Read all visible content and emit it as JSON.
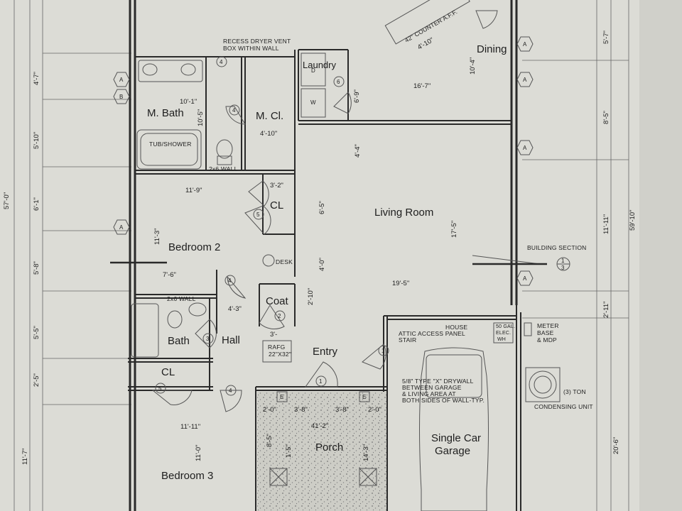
{
  "rooms": {
    "dining": "Dining",
    "laundry": "Laundry",
    "m_bath": "M. Bath",
    "m_cl": "M. Cl.",
    "living_room": "Living Room",
    "cl_upper": "CL",
    "bedroom_2": "Bedroom 2",
    "coat": "Coat",
    "bath": "Bath",
    "hall": "Hall",
    "entry": "Entry",
    "cl_lower": "CL",
    "porch": "Porch",
    "single_car_garage_l1": "Single Car",
    "single_car_garage_l2": "Garage",
    "bedroom_3": "Bedroom 3"
  },
  "notes": {
    "recess_dryer_l1": "RECESS DRYER VENT",
    "recess_dryer_l2": "BOX WITHIN WALL",
    "tub_shower": "TUB/SHOWER",
    "wall_2x6_a": "2x6 WALL",
    "wall_2x6_b": "2x6 WALL",
    "desk": "DESK",
    "building_section": "BUILDING SECTION",
    "house": "HOUSE",
    "attic_access_l1": "ATTIC ACCESS PANEL",
    "attic_access_l2": "STAIR",
    "wh_l1": "50 GAL.",
    "wh_l2": "ELEC.",
    "wh_l3": "WH",
    "meter_l1": "METER",
    "meter_l2": "BASE",
    "meter_l3": "& MDP",
    "rafg_l1": "RAFG",
    "rafg_l2": "22\"X32\"",
    "drywall_l1": "5/8\" TYPE \"X\" DRYWALL",
    "drywall_l2": "BETWEEN GARAGE",
    "drywall_l3": "& LIVING AREA AT",
    "drywall_l4": "BOTH SIDES OF WALL-TYP.",
    "condensing_l1": "(3) TON",
    "condensing_l2": "CONDENSING UNIT",
    "counter": "42\" COUNTER A.F.F.",
    "section_mark": "1",
    "section_sheet": "3"
  },
  "dimensions": {
    "left": [
      "4'-7\"",
      "5'-10\"",
      "57'-0\"",
      "6'-1\"",
      "5'-8\"",
      "5'-5\"",
      "2'-5\"",
      "11'-7\""
    ],
    "right": [
      "5'-7\"",
      "8'-5\"",
      "11'-11\"",
      "59'-10\"",
      "2'-11\"",
      "20'-6\""
    ],
    "interior": {
      "mbath_w": "10'-1\"",
      "mbath_h": "10'-5\"",
      "mcl_w": "4'-10\"",
      "laundry_h": "6'-9\"",
      "dining_h": "10'-4\"",
      "dining_w": "16'-7\"",
      "counter_w": "4'-10\"",
      "liv_a": "4'-4\"",
      "liv_b": "6'-5\"",
      "liv_c": "4'-0\"",
      "liv_d": "2'-10\"",
      "liv_h": "17'-5\"",
      "liv_w": "19'-5\"",
      "bed2_w": "11'-9\"",
      "bed2_h": "11'-3\"",
      "cl_w": "3'-2\"",
      "hall_w": "7'-6\"",
      "coat_w": "4'-3\"",
      "hall_s": "3'-",
      "porch_a": "2'-0\"",
      "porch_b": "3'-8\"",
      "porch_c": "3'-8\"",
      "porch_d": "2'-0\"",
      "porch_w": "41'-2\"",
      "porch_h1": "8'-5\"",
      "porch_h2": "1'-5\"",
      "porch_h3": "14'-3\"",
      "bed3_w": "11'-11\"",
      "bed3_h": "11'-0\""
    }
  },
  "tags": {
    "a1": "A",
    "a2": "A",
    "a3": "A",
    "a4": "A",
    "a5": "A",
    "a6": "A",
    "b": "B",
    "e1": "E",
    "e2": "E",
    "num_1": "1",
    "num_1b": "1",
    "num_2": "2",
    "num_3": "3",
    "num_4a": "4",
    "num_4b": "4",
    "num_4c": "4",
    "num_4d": "4",
    "num_5a": "5",
    "num_5b": "5",
    "num_6": "6",
    "dryer": "D",
    "washer": "W"
  },
  "colors": {
    "paper": "#dcdcd6",
    "line": "#2a2a2a",
    "porch_fill": "#c9c9c2"
  }
}
